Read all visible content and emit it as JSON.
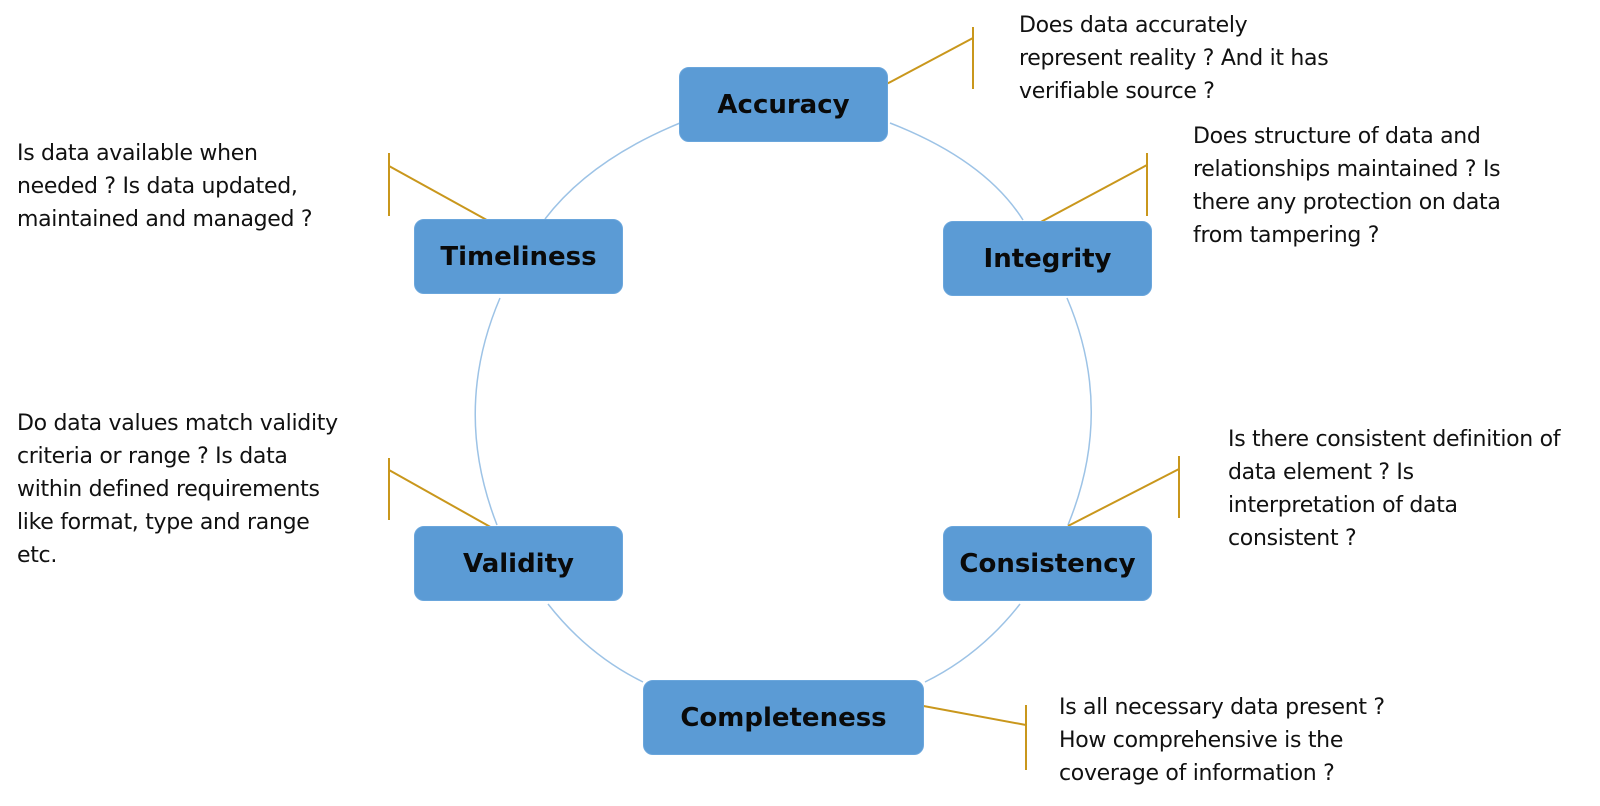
{
  "diagram": {
    "title": "Data quality dimensions",
    "colors": {
      "node_fill": "#5b9bd5",
      "cycle_arc": "#9dc3e6",
      "callout": "#c9971c",
      "text": "#111111"
    },
    "nodes": [
      {
        "id": "accuracy",
        "label": "Accuracy",
        "description": "Does data accurately\nrepresent reality ? And it has\nverifiable source ?"
      },
      {
        "id": "integrity",
        "label": "Integrity",
        "description": "Does structure of data and\nrelationships maintained ? Is\nthere any protection  on data\nfrom tampering ?"
      },
      {
        "id": "consistency",
        "label": "Consistency",
        "description": "Is there consistent definition of\ndata element  ? Is\ninterpretation of data\nconsistent  ?"
      },
      {
        "id": "completeness",
        "label": "Completeness",
        "description": "Is all necessary data present ?\nHow comprehensive is the\ncoverage of information ?"
      },
      {
        "id": "validity",
        "label": "Validity",
        "description": "Do data values match validity\ncriteria or range ? Is data\nwithin defined requirements\nlike format, type and range\netc."
      },
      {
        "id": "timeliness",
        "label": "Timeliness",
        "description": "Is data available when\nneeded  ? Is data updated,\nmaintained and managed ?"
      }
    ]
  }
}
